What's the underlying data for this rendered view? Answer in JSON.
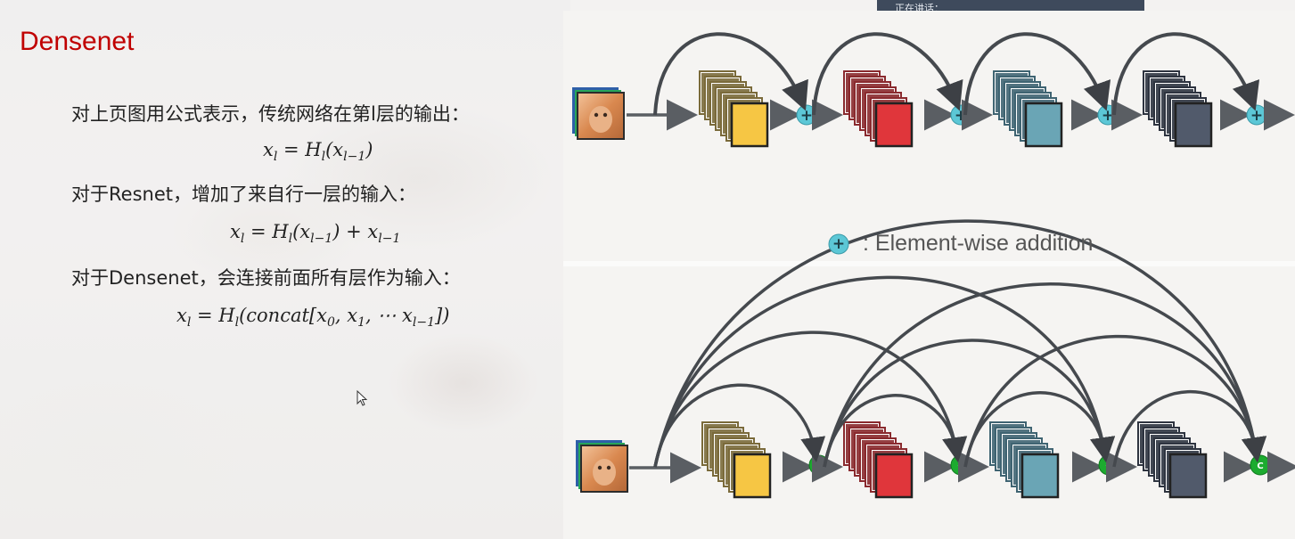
{
  "slide": {
    "title": "Densenet",
    "line1": "对上页图用公式表示，传统网络在第l层的输出：",
    "formula1": "x_l = H_l(x_{l−1})",
    "line2": "对于Resnet，增加了来自行一层的输入：",
    "formula2": "x_l = H_l(x_{l−1}) + x_{l−1}",
    "line3": "对于Densenet，会连接前面所有层作为输入：",
    "formula3": "x_l = H_l(concat[x_0, x_1, ⋯ x_{l−1}])"
  },
  "meeting_bar": {
    "label": "正在讲话："
  },
  "diagram": {
    "legend_text": ": Element-wise addition",
    "resnet_op_symbol": "+",
    "densenet_op_symbol": "C",
    "block_colors": [
      "#f6c644",
      "#e0363b",
      "#6aa5b5",
      "#515a6b"
    ],
    "block_edge_colors": [
      "#7a6a3a",
      "#8a2a2e",
      "#3f6472",
      "#2e3440"
    ],
    "add_color": "#5cc7d6",
    "concat_color": "#1cab2f"
  }
}
